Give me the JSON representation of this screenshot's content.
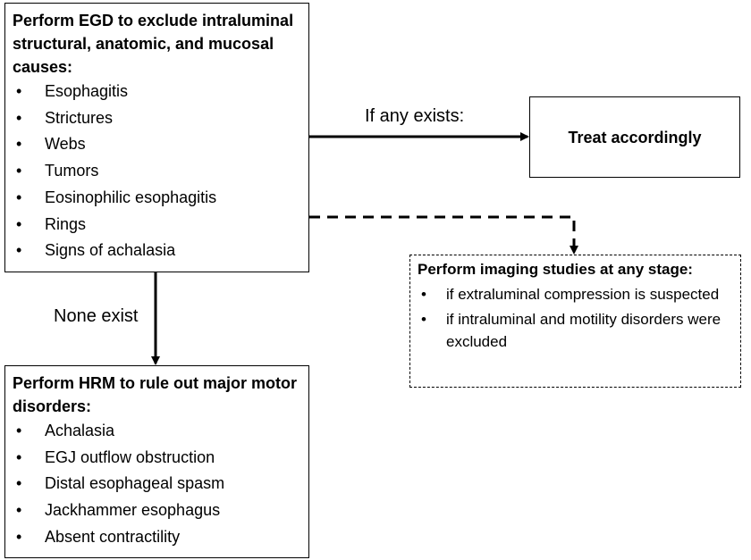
{
  "egd_box": {
    "title": "Perform EGD to exclude intraluminal structural, anatomic, and mucosal causes:",
    "items": [
      "Esophagitis",
      "Strictures",
      "Webs",
      "Tumors",
      "Eosinophilic esophagitis",
      "Rings",
      "Signs of achalasia"
    ]
  },
  "treat_box": {
    "title": "Treat accordingly"
  },
  "imaging_box": {
    "title": "Perform imaging studies at any stage:",
    "items": [
      "if extraluminal compression is suspected",
      "if intraluminal and motility disorders were excluded"
    ]
  },
  "hrm_box": {
    "title": "Perform HRM to rule out major motor disorders:",
    "items": [
      "Achalasia",
      "EGJ outflow obstruction",
      "Distal esophageal spasm",
      "Jackhammer esophagus",
      "Absent contractility"
    ]
  },
  "edges": {
    "if_any_exists": "If any exists:",
    "none_exist": "None exist"
  },
  "bullet_char": "•"
}
